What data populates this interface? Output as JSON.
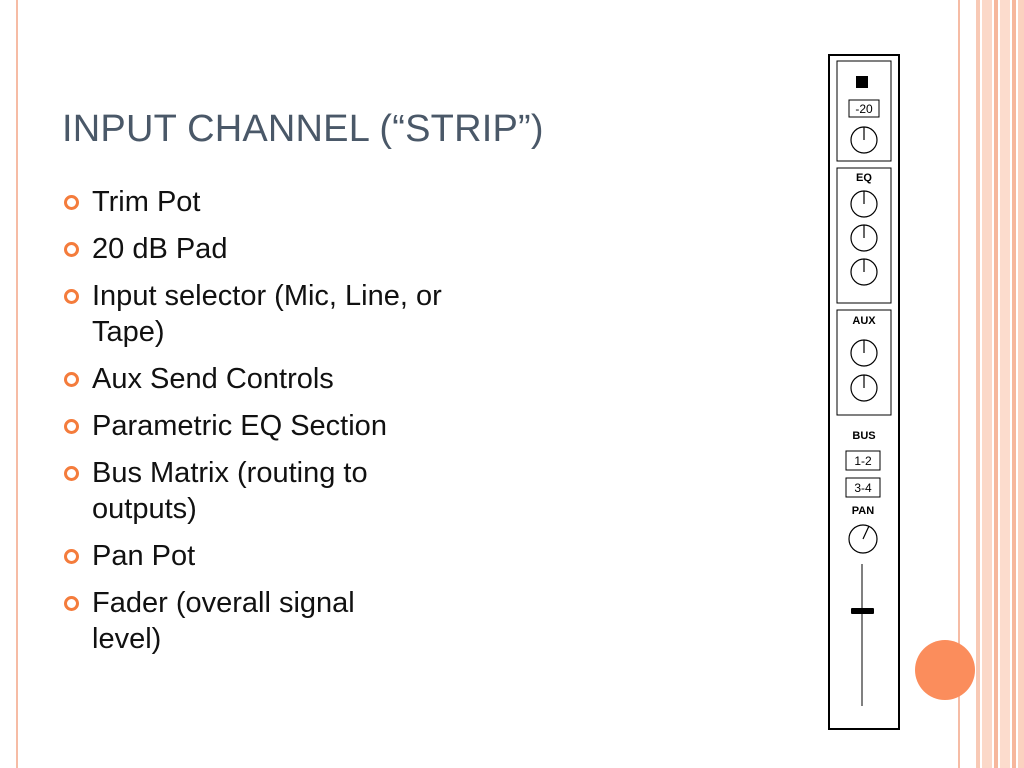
{
  "slide": {
    "title": "INPUT CHANNEL (“STRIP”)",
    "bullets": [
      "Trim Pot",
      "20 dB Pad",
      "Input selector (Mic, Line, or Tape)",
      "Aux Send Controls",
      "Parametric EQ Section",
      "Bus Matrix (routing to outputs)",
      "Pan Pot",
      "Fader (overall signal level)"
    ]
  },
  "channel_strip": {
    "pad_label": "-20",
    "eq_label": "EQ",
    "aux_label": "AUX",
    "bus_label": "BUS",
    "bus_buttons": [
      "1-2",
      "3-4"
    ],
    "pan_label": "PAN"
  },
  "colors": {
    "accent": "#f47c3c",
    "title": "#4a5868",
    "frame": "#f6bca5",
    "dot": "#fb8d5c"
  }
}
